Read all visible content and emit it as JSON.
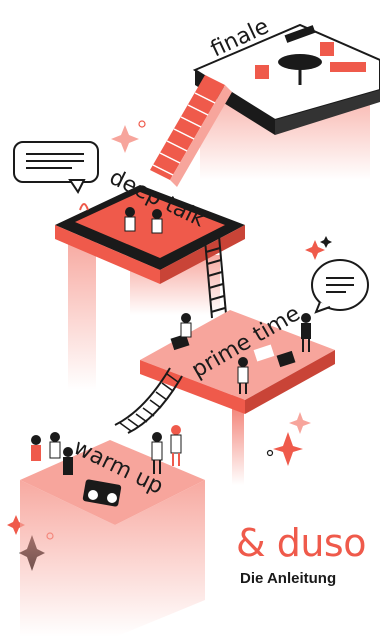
{
  "illustration": {
    "labels": {
      "finale": "finale",
      "deep_talk": "deep talk",
      "prime_time": "prime time",
      "warm_up": "warm up"
    }
  },
  "brand": {
    "logo": "& duso",
    "tagline": "Die Anleitung"
  },
  "colors": {
    "accent": "#ef5a4b",
    "light_accent": "#f7a59c",
    "dark": "#1a1a1a",
    "background": "#ffffff"
  }
}
